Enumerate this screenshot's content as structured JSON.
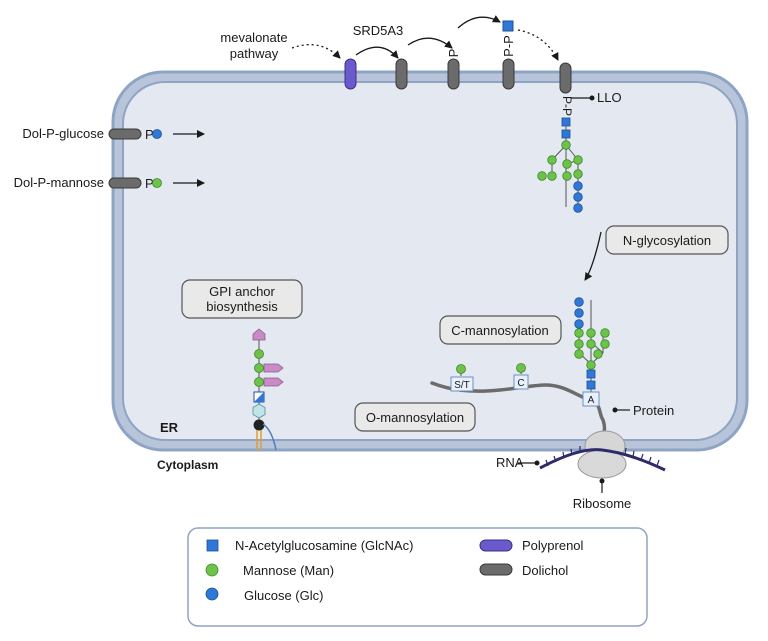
{
  "labels": {
    "mevalonate_line1": "mevalonate",
    "mevalonate_line2": "pathway",
    "srd5a3": "SRD5A3",
    "p": "P",
    "pp": "P-P",
    "llo": "LLO",
    "dol_p_glucose": "Dol-P-glucose",
    "dol_p_mannose": "Dol-P-mannose",
    "n_glycosylation": "N-glycosylation",
    "gpi_line1": "GPI anchor",
    "gpi_line2": "biosynthesis",
    "c_mannosylation": "C-mannosylation",
    "o_mannosylation": "O-mannosylation",
    "st": "S/T",
    "c": "C",
    "a": "A",
    "protein": "Protein",
    "er": "ER",
    "cytoplasm": "Cytoplasm",
    "rna": "RNA",
    "ribosome": "Ribosome"
  },
  "legend": {
    "glcnac": "N-Acetylglucosamine (GlcNAc)",
    "mannose": "Mannose (Man)",
    "glucose": "Glucose (Glc)",
    "polyprenol": "Polyprenol",
    "dolichol": "Dolichol"
  },
  "colors": {
    "glcnac": "#2f78d8",
    "mannose": "#6cc24a",
    "glucose": "#2f78d8",
    "polyprenol": "#6a5acd",
    "dolichol": "#6b6b6b",
    "membrane": "#8fa4c4",
    "lumen": "#e4e8f1",
    "gpi_pink": "#c98bc6",
    "rna": "#2e2a6b"
  }
}
